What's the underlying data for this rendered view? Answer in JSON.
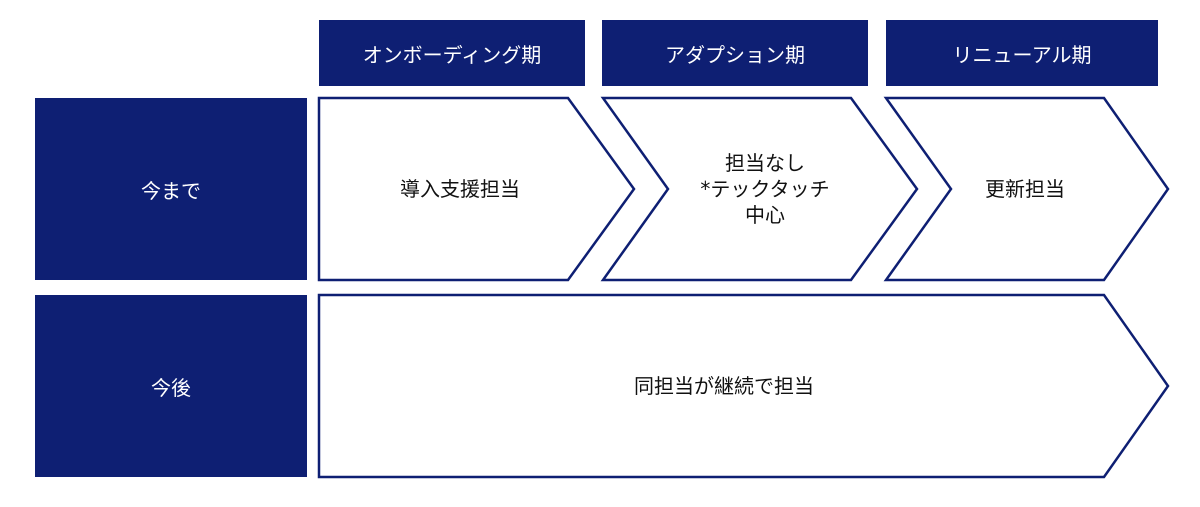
{
  "colors": {
    "navy": "#0e1f73",
    "white": "#ffffff",
    "text": "#111111"
  },
  "phases": [
    "オンボーディング期",
    "アダプション期",
    "リニューアル期"
  ],
  "rows": {
    "before": "今まで",
    "after": "今後"
  },
  "before_cells": {
    "onboarding": {
      "lines": [
        "導入支援担当"
      ]
    },
    "adoption": {
      "lines": [
        "担当なし",
        "*テックタッチ",
        "中心"
      ]
    },
    "renewal": {
      "lines": [
        "更新担当"
      ]
    }
  },
  "after_cell": {
    "text": "同担当が継続で担当"
  }
}
